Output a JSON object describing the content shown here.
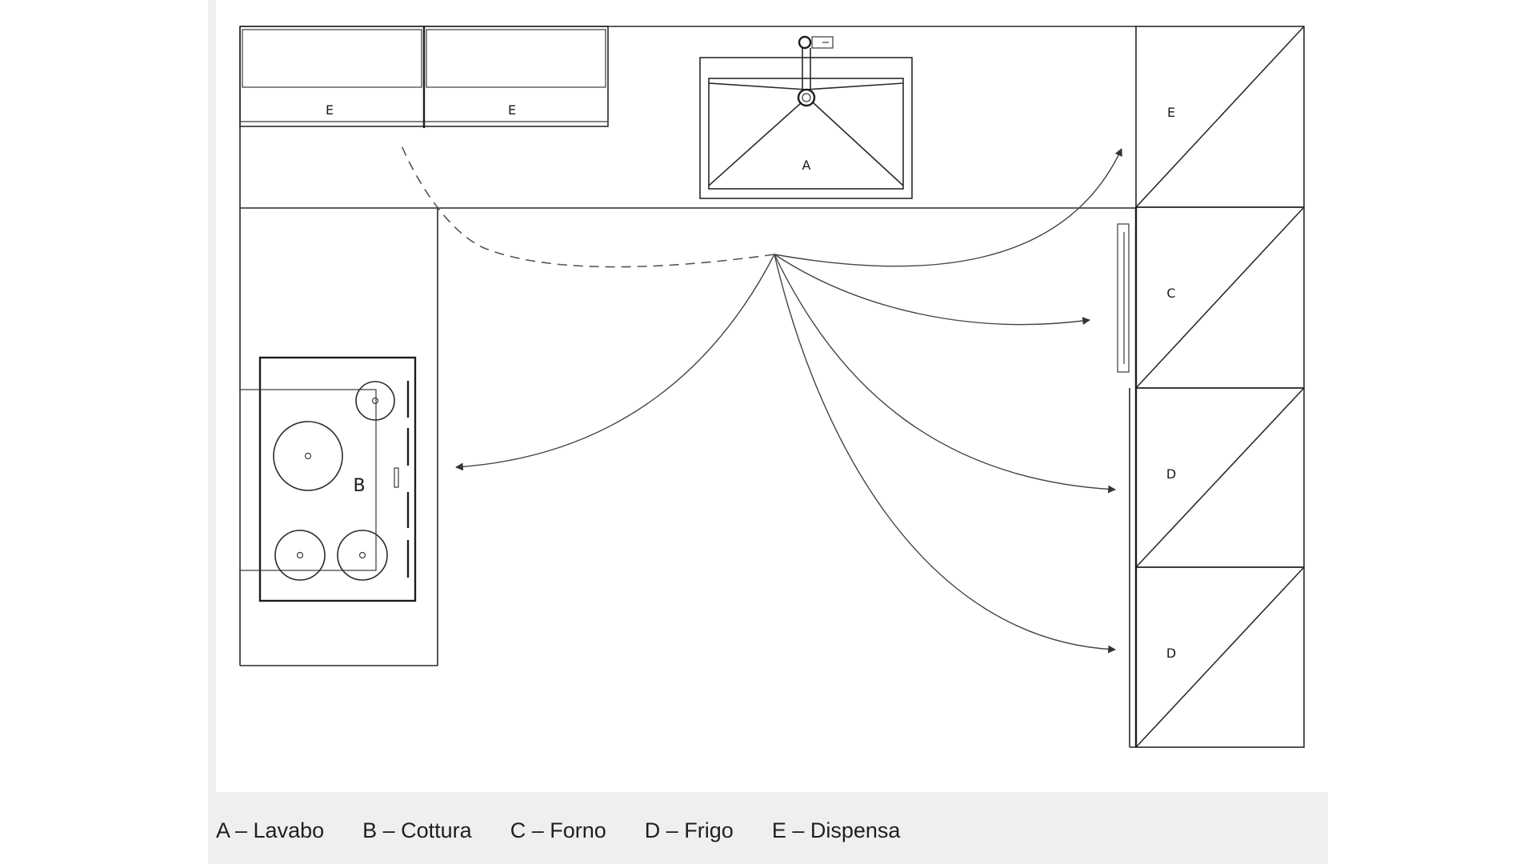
{
  "diagram": {
    "labels": {
      "sink": "A",
      "hob": "B",
      "oven": "C",
      "fridge_upper": "D",
      "fridge_lower": "D",
      "pantry_top_left": "E",
      "pantry_top_mid": "E",
      "pantry_right": "E"
    },
    "colors": {
      "line": "#2a2a2a",
      "caption_band": "#efefef"
    }
  },
  "legend": {
    "items": [
      "A – Lavabo",
      "B – Cottura",
      "C – Forno",
      "D – Frigo",
      "E – Dispensa"
    ]
  }
}
